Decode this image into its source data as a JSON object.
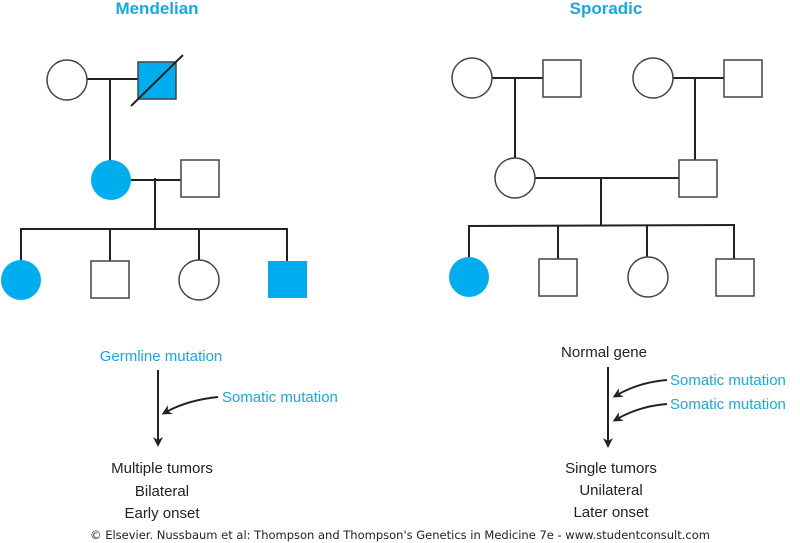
{
  "colors": {
    "affected": "#00aeef",
    "unaffected": "#ffffff",
    "accent_text": "#1aa7e0",
    "line": "#222222"
  },
  "mendelian": {
    "title": "Mendelian",
    "pedigree": {
      "generation1": [
        {
          "sex": "female",
          "affected": false,
          "deceased": false
        },
        {
          "sex": "male",
          "affected": true,
          "deceased": true
        }
      ],
      "generation2": [
        {
          "sex": "female",
          "affected": true,
          "deceased": false
        },
        {
          "sex": "male",
          "affected": false,
          "deceased": false
        }
      ],
      "generation3": [
        {
          "sex": "female",
          "affected": true
        },
        {
          "sex": "male",
          "affected": false
        },
        {
          "sex": "female",
          "affected": false
        },
        {
          "sex": "male",
          "affected": true
        }
      ]
    },
    "start_label": "Germline mutation",
    "somatic_labels": [
      "Somatic mutation"
    ],
    "outcomes": [
      "Multiple tumors",
      "Bilateral",
      "Early onset"
    ]
  },
  "sporadic": {
    "title": "Sporadic",
    "pedigree": {
      "generation1": [
        {
          "sex": "female",
          "affected": false
        },
        {
          "sex": "male",
          "affected": false
        },
        {
          "sex": "female",
          "affected": false
        },
        {
          "sex": "male",
          "affected": false
        }
      ],
      "generation2": [
        {
          "sex": "female",
          "affected": false
        },
        {
          "sex": "male",
          "affected": false
        }
      ],
      "generation3": [
        {
          "sex": "female",
          "affected": true
        },
        {
          "sex": "male",
          "affected": false
        },
        {
          "sex": "female",
          "affected": false
        },
        {
          "sex": "male",
          "affected": false
        }
      ]
    },
    "start_label": "Normal gene",
    "somatic_labels": [
      "Somatic mutation",
      "Somatic mutation"
    ],
    "outcomes": [
      "Single tumors",
      "Unilateral",
      "Later onset"
    ]
  },
  "footer": "© Elsevier. Nussbaum et al: Thompson and Thompson's Genetics in Medicine 7e - www.studentconsult.com"
}
